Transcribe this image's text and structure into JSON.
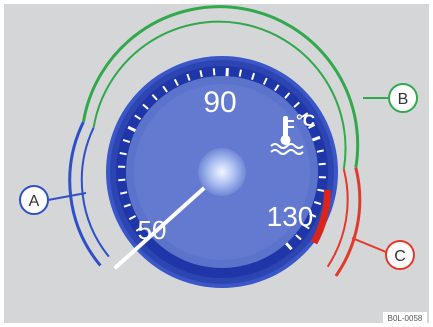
{
  "gauge": {
    "unit_label": "°C",
    "scale_labels": {
      "low": "50",
      "mid": "90",
      "high": "130"
    },
    "callouts": {
      "a": "A",
      "b": "B",
      "c": "C"
    },
    "figure_code": "B0L-0058",
    "needle_value": 50,
    "colors": {
      "frame_bg": "#d4d6d8",
      "bezel_outer": "#3a56c8",
      "bezel_ring": "#2d45b0",
      "tick_band": "#1f36a8",
      "dial_face": "#5c73cc",
      "dial_inner": "#6a80d4",
      "text": "#ffffff",
      "zone_a": "#2e4fc8",
      "zone_b": "#31a84b",
      "zone_c": "#e23a2a",
      "red_zone": "#d8261e",
      "needle": "#ffffff",
      "hub": "#a9bdf0"
    }
  }
}
